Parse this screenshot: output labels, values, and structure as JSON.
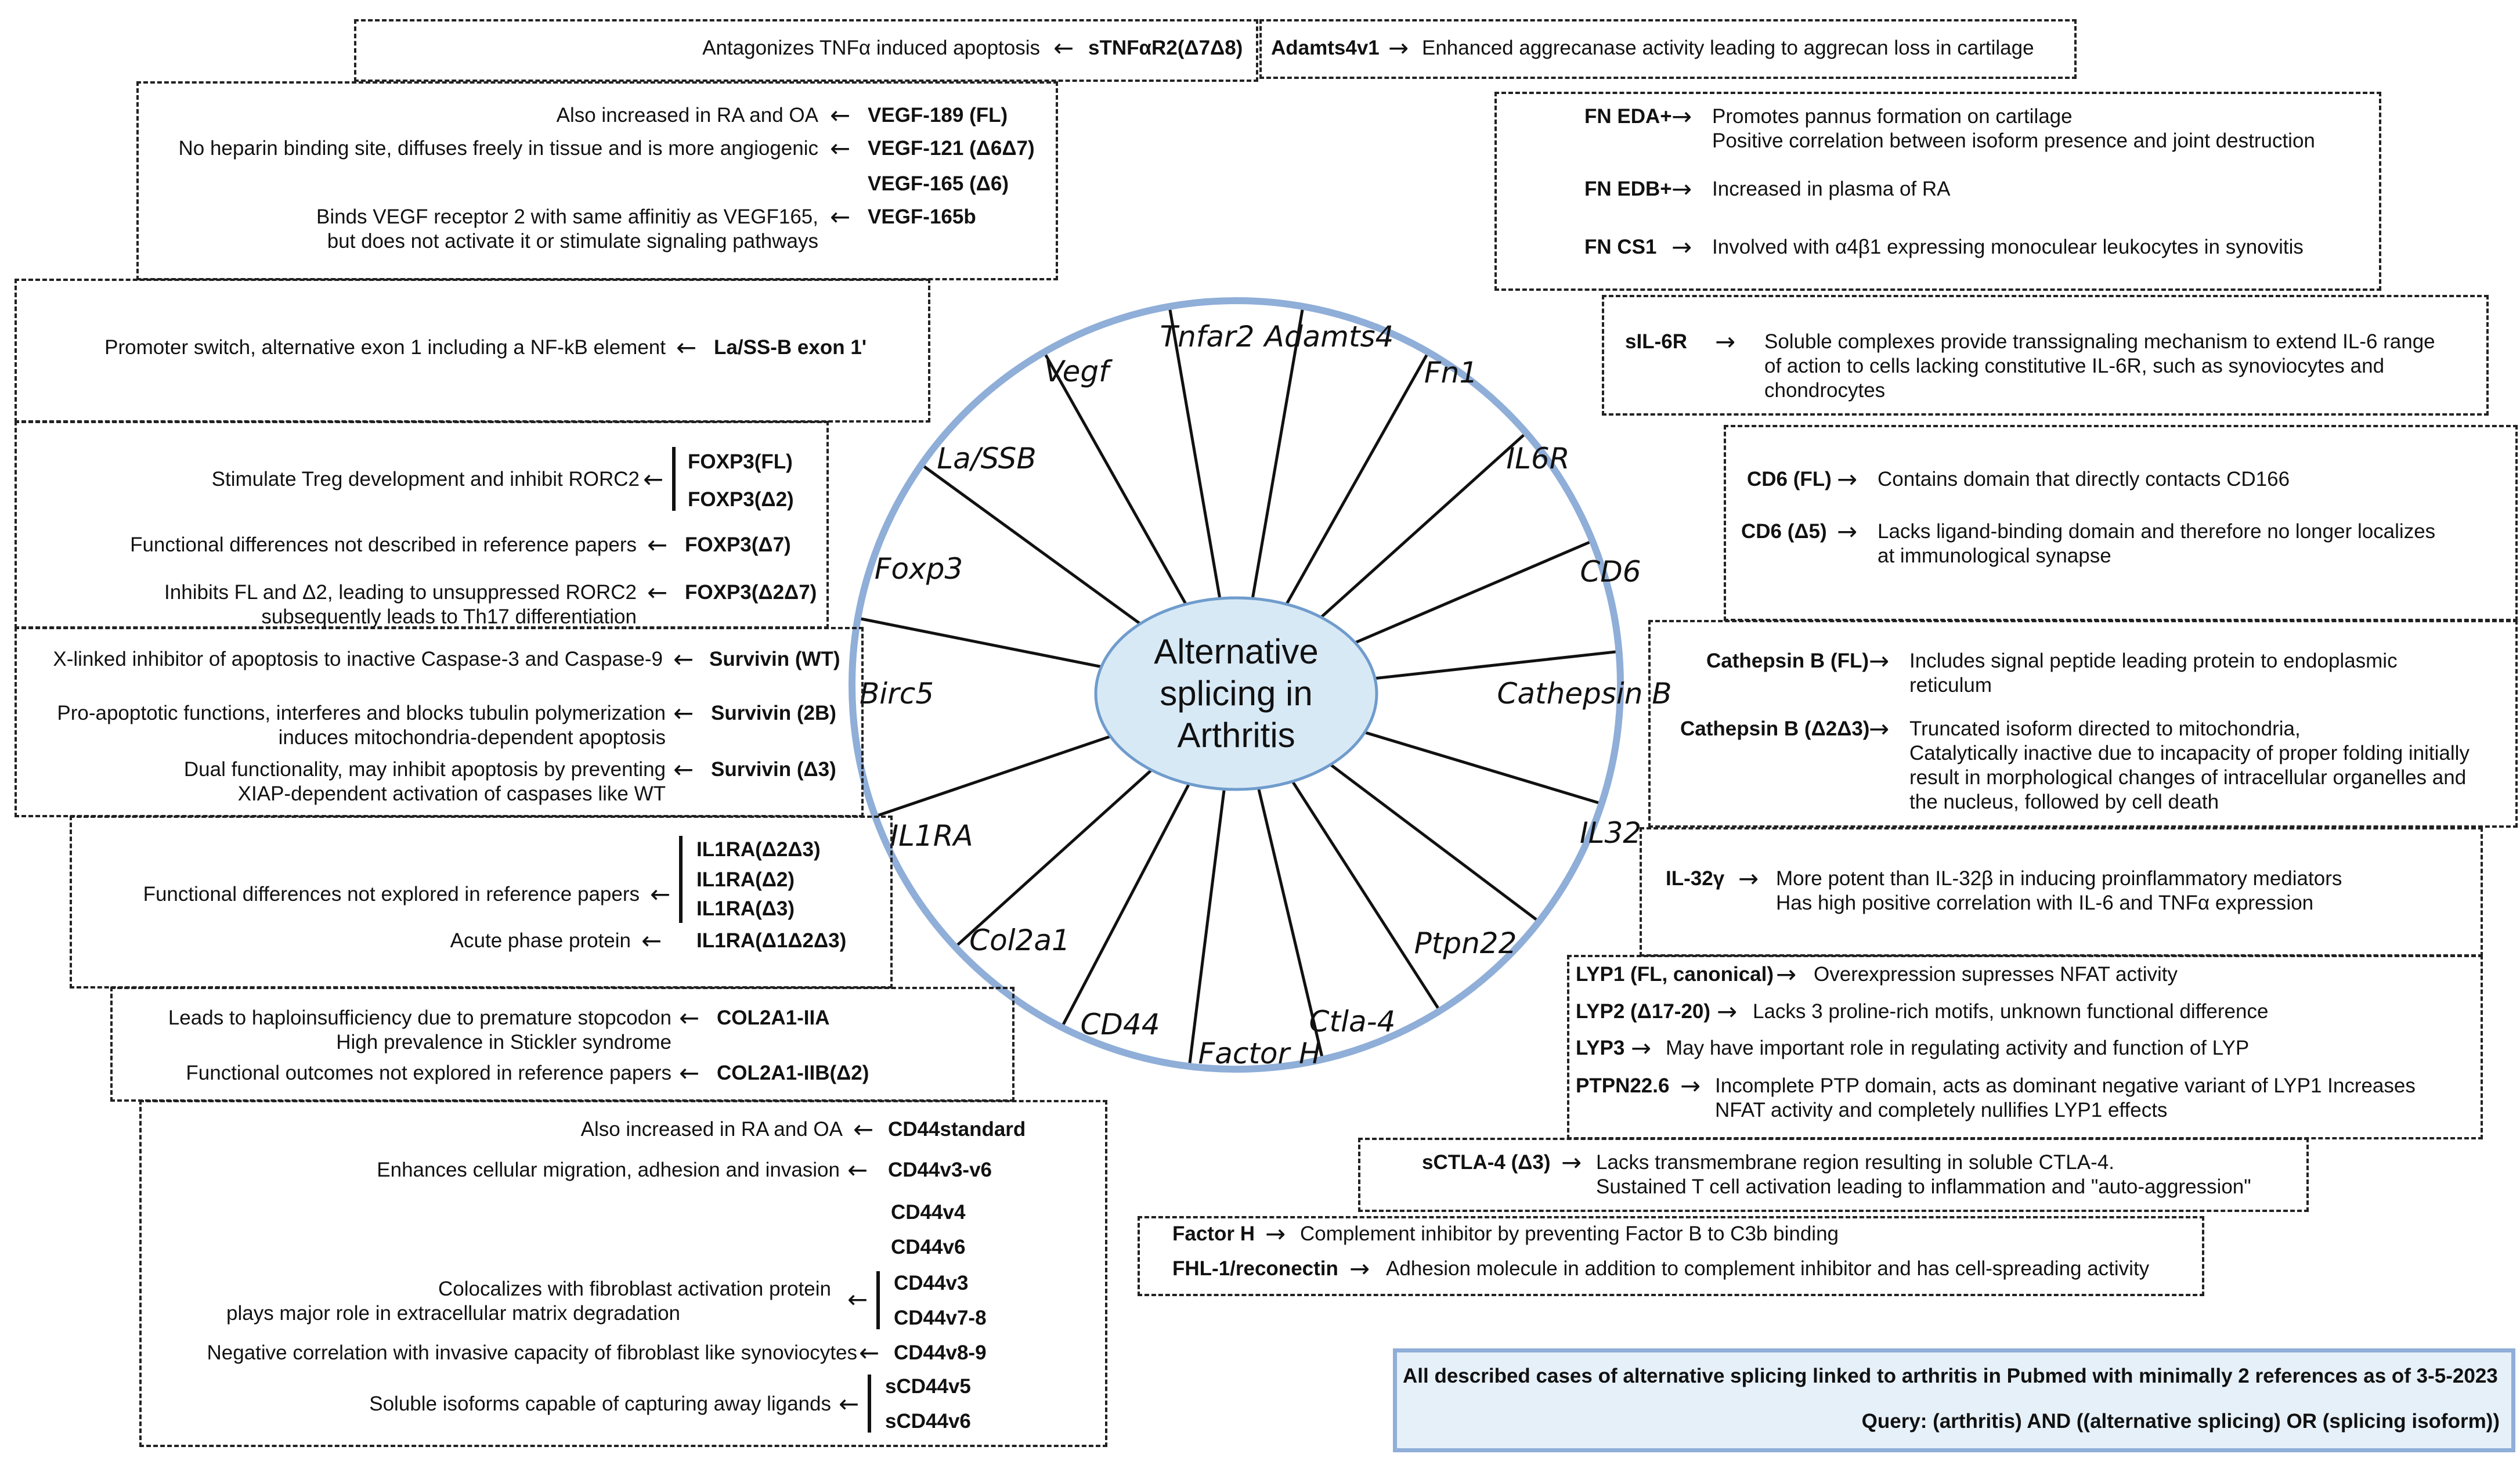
{
  "center": {
    "line1": "Alternative",
    "line2": "splicing in",
    "line3": "Arthritis"
  },
  "genes": [
    "Tnfar2",
    "Adamts4",
    "Fn1",
    "IL6R",
    "CD6",
    "Cathepsin B",
    "IL32",
    "Ptpn22",
    "Ctla-4",
    "Factor H",
    "CD44",
    "Col2a1",
    "IL1RA",
    "Birc5",
    "Foxp3",
    "La/SSB",
    "Vegf"
  ],
  "tnfar2": {
    "isoform": "sTNFαR2(Δ7Δ8)",
    "desc": "Antagonizes TNFα induced apoptosis"
  },
  "adamts4": {
    "isoform": "Adamts4v1",
    "desc": "Enhanced aggrecanase activity leading to aggrecan loss in cartilage"
  },
  "vegf": {
    "items": [
      {
        "isoform": "VEGF-189 (FL)",
        "desc": "Also increased in RA and OA"
      },
      {
        "isoform": "VEGF-121 (Δ6Δ7)",
        "desc": "No heparin binding site, diffuses freely in tissue and is more angiogenic"
      },
      {
        "isoform": "VEGF-165 (Δ6)",
        "desc": ""
      },
      {
        "isoform": "VEGF-165b",
        "desc": "Binds VEGF receptor 2 with same affinitiy as VEGF165,",
        "desc2": "but does not activate it or stimulate signaling pathways"
      }
    ]
  },
  "fn1": {
    "items": [
      {
        "isoform": "FN EDA+",
        "desc": "Promotes pannus formation on cartilage",
        "desc2": "Positive correlation between isoform presence and joint destruction"
      },
      {
        "isoform": "FN EDB+",
        "desc": "Increased in plasma of RA"
      },
      {
        "isoform": "FN CS1",
        "desc": "Involved with α4β1 expressing monoculear leukocytes in synovitis"
      }
    ]
  },
  "lassb": {
    "isoform": "La/SS-B exon 1'",
    "desc": "Promoter switch, alternative exon 1 including a NF-kB element"
  },
  "il6r": {
    "isoform": "sIL-6R",
    "desc": "Soluble complexes provide transsignaling mechanism to extend IL-6 range",
    "desc2": "of action to cells lacking constitutive IL-6R, such as synoviocytes and",
    "desc3": "chondrocytes"
  },
  "foxp3": {
    "isoforms": [
      "FOXP3(FL)",
      "FOXP3(Δ2)",
      "FOXP3(Δ7)",
      "FOXP3(Δ2Δ7)"
    ],
    "descs": [
      "Stimulate Treg development and inhibit RORC2",
      "Functional differences not described in reference papers",
      "Inhibits FL and Δ2,  leading to unsuppressed RORC2",
      "subsequently leads to Th17 differentiation"
    ]
  },
  "cd6": {
    "items": [
      {
        "isoform": "CD6 (FL)",
        "desc": "Contains domain that directly contacts CD166"
      },
      {
        "isoform": "CD6 (Δ5)",
        "desc": "Lacks ligand-binding domain and therefore no longer localizes",
        "desc2": "at immunological synapse"
      }
    ]
  },
  "birc5": {
    "items": [
      {
        "isoform": "Survivin (WT)",
        "desc": "X-linked inhibitor of apoptosis to inactive Caspase-3 and Caspase-9"
      },
      {
        "isoform": "Survivin (2B)",
        "desc": "Pro-apoptotic functions, interferes and blocks tubulin polymerization",
        "desc2": "induces mitochondria-dependent apoptosis"
      },
      {
        "isoform": "Survivin (Δ3)",
        "desc": "Dual functionality, may inhibit apoptosis by preventing",
        "desc2": "XIAP-dependent activation of caspases like WT"
      }
    ]
  },
  "cathepsin": {
    "items": [
      {
        "isoform": "Cathepsin B (FL)",
        "desc": "Includes signal peptide leading protein to endoplasmic",
        "desc2": "reticulum"
      },
      {
        "isoform": "Cathepsin B (Δ2Δ3)",
        "desc": "Truncated isoform directed to mitochondria,",
        "desc2": "Catalytically inactive due to incapacity of proper folding initially",
        "desc3": "result in morphological changes of intracellular organelles and",
        "desc4": "the nucleus, followed by cell death"
      }
    ]
  },
  "il1ra": {
    "isoforms": [
      "IL1RA(Δ2Δ3)",
      "IL1RA(Δ2)",
      "IL1RA(Δ3)",
      "IL1RA(Δ1Δ2Δ3)"
    ],
    "descs": [
      "Functional differences not explored in reference papers",
      "Acute phase protein"
    ]
  },
  "il32": {
    "isoform": "IL-32γ",
    "desc": "More potent than IL-32β in inducing proinflammatory mediators",
    "desc2": "Has high positive correlation with IL-6 and TNFα expression"
  },
  "col2a1": {
    "items": [
      {
        "isoform": "COL2A1-IIA",
        "desc": "Leads to haploinsufficiency due to premature stopcodon",
        "desc2": "High prevalence in Stickler syndrome"
      },
      {
        "isoform": "COL2A1-IIB(Δ2)",
        "desc": "Functional outcomes not explored in reference papers"
      }
    ]
  },
  "ptpn22": {
    "items": [
      {
        "isoform": "LYP1 (FL, canonical)",
        "desc": "Overexpression supresses NFAT activity"
      },
      {
        "isoform": "LYP2 (Δ17-20)",
        "desc": "Lacks 3 proline-rich motifs, unknown functional difference"
      },
      {
        "isoform": "LYP3",
        "desc": "May have important role in regulating activity and function of LYP"
      },
      {
        "isoform": "PTPN22.6",
        "desc": "Incomplete PTP domain, acts as dominant negative variant of LYP1 Increases",
        "desc2": "NFAT activity and completely nullifies LYP1 effects"
      }
    ]
  },
  "ctla4": {
    "isoform": "sCTLA-4 (Δ3)",
    "desc": "Lacks transmembrane region resulting in soluble CTLA-4.",
    "desc2": "Sustained T cell activation leading to inflammation and \"auto-aggression\""
  },
  "factorh": {
    "items": [
      {
        "isoform": "Factor H",
        "desc": "Complement inhibitor by preventing Factor B to C3b binding"
      },
      {
        "isoform": "FHL-1/reconectin",
        "desc": "Adhesion molecule in addition to complement inhibitor and has cell-spreading activity"
      }
    ]
  },
  "cd44": {
    "isoforms": [
      "CD44standard",
      "CD44v3-v6",
      "CD44v4",
      "CD44v6",
      "CD44v3",
      "CD44v7-8",
      "CD44v8-9",
      "sCD44v5",
      "sCD44v6"
    ],
    "descs": [
      "Also increased in RA and OA",
      "Enhances cellular migration, adhesion and invasion",
      "Colocalizes with fibroblast activation protein",
      "plays major role in extracellular matrix degradation",
      "Negative correlation with invasive capacity of fibroblast like synoviocytes",
      "Soluble isoforms capable of capturing away ligands"
    ]
  },
  "note": {
    "line1": "All described cases of alternative splicing linked to arthritis in Pubmed with minimally 2 references as of 3-5-2023",
    "line2": "Query: (arthritis) AND ((alternative splicing) OR (splicing isoform))"
  },
  "colors": {
    "ring": "#8faed8",
    "center_fill": "#d8e9f6",
    "center_stroke": "#6f9ccc",
    "note_fill": "#e6f0f9"
  },
  "arrow_glyph": "→"
}
